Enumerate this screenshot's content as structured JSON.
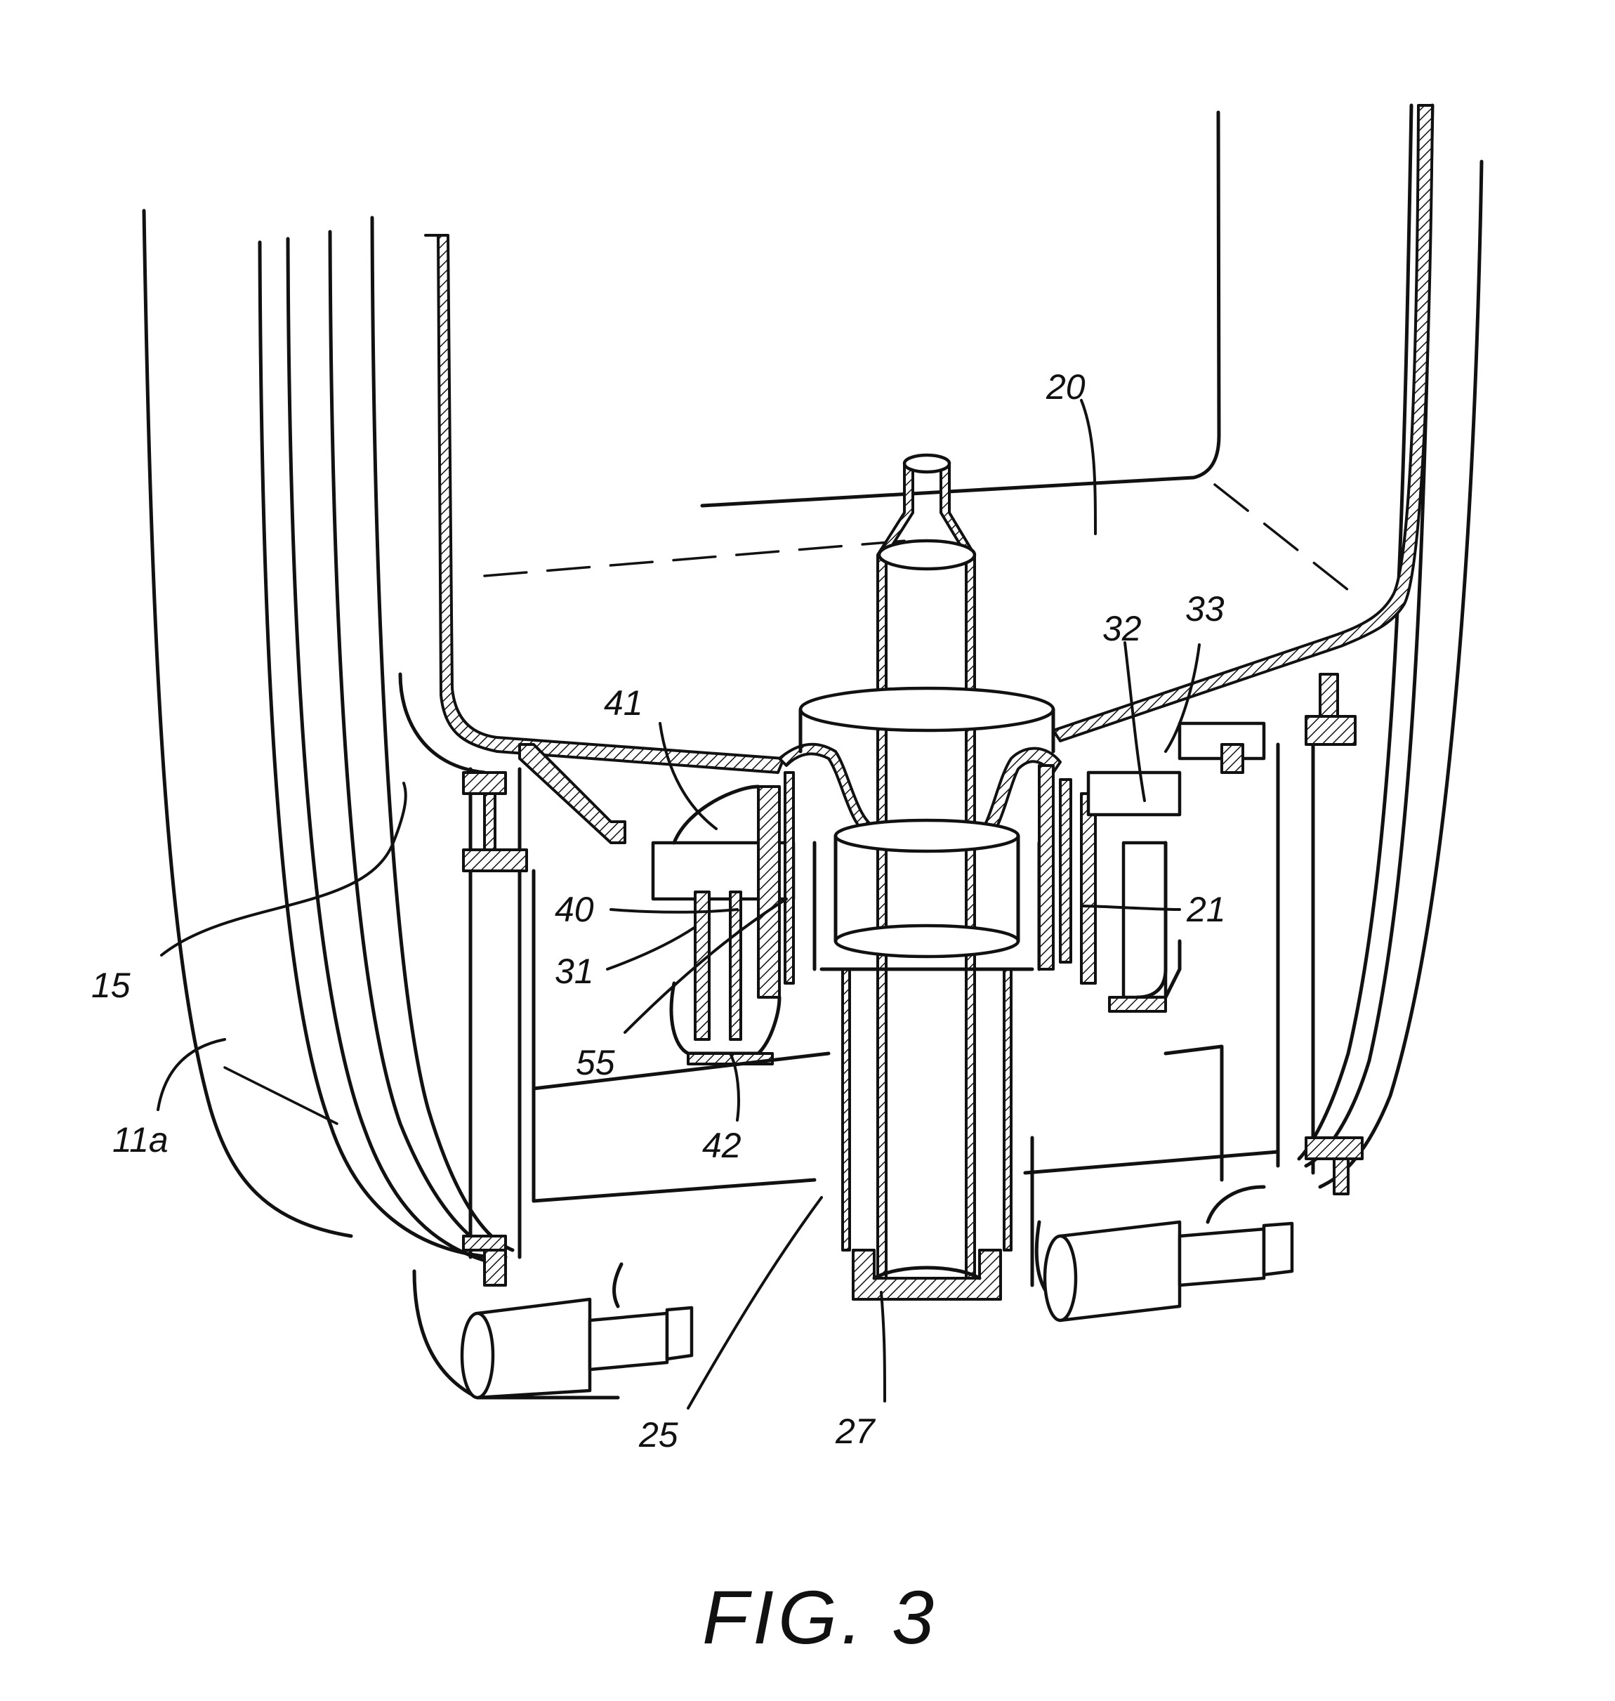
{
  "figure": {
    "caption": "FIG. 3",
    "labels": {
      "l20": "20",
      "l32": "32",
      "l33": "33",
      "l41": "41",
      "l40": "40",
      "l31": "31",
      "l55": "55",
      "l21": "21",
      "l15": "15",
      "l11a": "11a",
      "l42": "42",
      "l25": "25",
      "l27": "27"
    }
  }
}
